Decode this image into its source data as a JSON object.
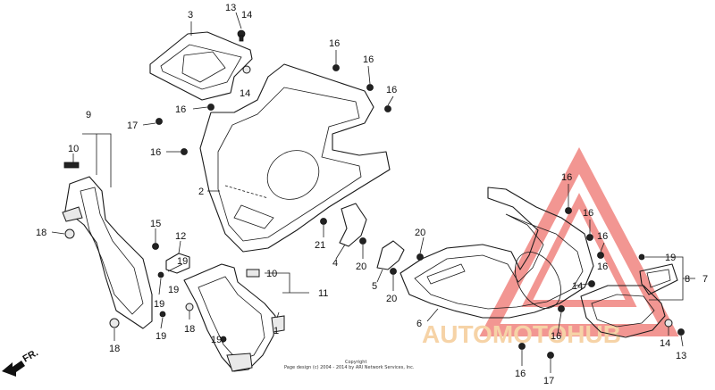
{
  "callouts": [
    {
      "id": "c3",
      "text": "3"
    },
    {
      "id": "c13a",
      "text": "13"
    },
    {
      "id": "c14a",
      "text": "14"
    },
    {
      "id": "c14b",
      "text": "14"
    },
    {
      "id": "c16a",
      "text": "16"
    },
    {
      "id": "c16b",
      "text": "16"
    },
    {
      "id": "c16c",
      "text": "16"
    },
    {
      "id": "c16d",
      "text": "16"
    },
    {
      "id": "c16e",
      "text": "16"
    },
    {
      "id": "c17a",
      "text": "17"
    },
    {
      "id": "c9",
      "text": "9"
    },
    {
      "id": "c10a",
      "text": "10"
    },
    {
      "id": "c2",
      "text": "2"
    },
    {
      "id": "c18a",
      "text": "18"
    },
    {
      "id": "c15",
      "text": "15"
    },
    {
      "id": "c12",
      "text": "12"
    },
    {
      "id": "c19a",
      "text": "19"
    },
    {
      "id": "c19b",
      "text": "19"
    },
    {
      "id": "c19c",
      "text": "19"
    },
    {
      "id": "c18b",
      "text": "18"
    },
    {
      "id": "c19d",
      "text": "19"
    },
    {
      "id": "c18c",
      "text": "18"
    },
    {
      "id": "c10b",
      "text": "10"
    },
    {
      "id": "c11",
      "text": "11"
    },
    {
      "id": "c19e",
      "text": "19"
    },
    {
      "id": "c1",
      "text": "1"
    },
    {
      "id": "c21",
      "text": "21"
    },
    {
      "id": "c4",
      "text": "4"
    },
    {
      "id": "c20a",
      "text": "20"
    },
    {
      "id": "c20b",
      "text": "20"
    },
    {
      "id": "c5",
      "text": "5"
    },
    {
      "id": "c20c",
      "text": "20"
    },
    {
      "id": "c6",
      "text": "6"
    },
    {
      "id": "c16f",
      "text": "16"
    },
    {
      "id": "c16g",
      "text": "16"
    },
    {
      "id": "c16h",
      "text": "16"
    },
    {
      "id": "c16i",
      "text": "16"
    },
    {
      "id": "c14c",
      "text": "14"
    },
    {
      "id": "c16j",
      "text": "16"
    },
    {
      "id": "c16k",
      "text": "16"
    },
    {
      "id": "c17b",
      "text": "17"
    },
    {
      "id": "c19f",
      "text": "19"
    },
    {
      "id": "c8",
      "text": "8"
    },
    {
      "id": "c7",
      "text": "7"
    },
    {
      "id": "c14d",
      "text": "14"
    },
    {
      "id": "c13b",
      "text": "13"
    }
  ],
  "direction_label": "FR.",
  "copyright_lines": [
    "Copyright",
    "Page design (c) 2004 - 2014 by ARI Network Services, Inc."
  ],
  "watermark": {
    "text": "AUTOMOTOHUB",
    "accent_color": "#e8413a",
    "secondary_color": "#f0b060"
  }
}
